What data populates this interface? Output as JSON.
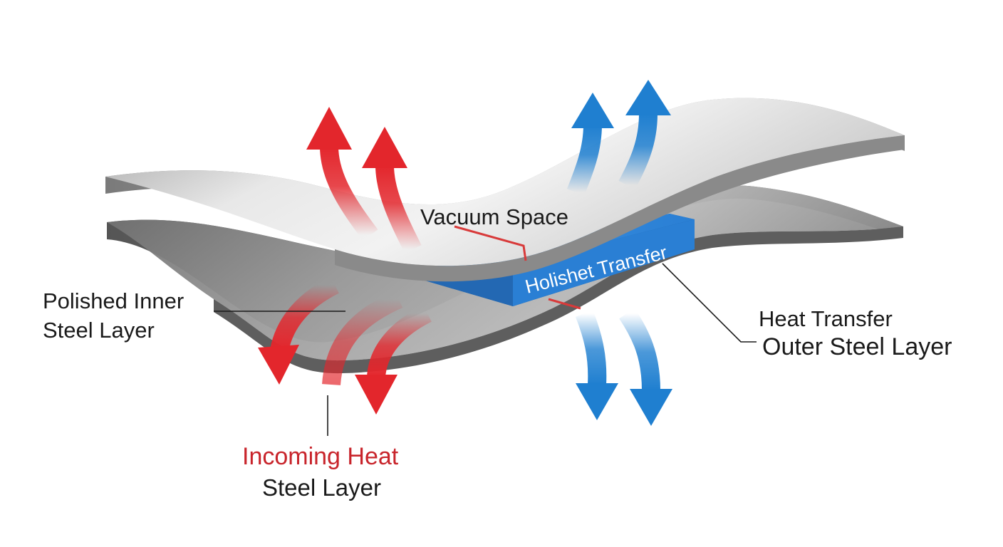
{
  "labels": {
    "vacuum_space": "Vacuum Space",
    "band": "Holishet Transfer",
    "polished_inner_line1": "Polished Inner",
    "polished_inner_line2": "Steel Layer",
    "heat_transfer": "Heat Transfer",
    "outer_steel_layer": "Outer Steel Layer",
    "incoming_heat": "Incoming Heat",
    "incoming_steel_layer": "Steel Layer"
  },
  "colors": {
    "hot_arrow": "#e3262c",
    "cold_arrow": "#1f7fd0",
    "band": "#2a7fd4",
    "band_dark": "#1d5fa5",
    "incoming_heat_text": "#c8242b",
    "leader": "#1a1a1a"
  },
  "icons": [
    "hot-arrow-icon",
    "cold-arrow-icon"
  ]
}
